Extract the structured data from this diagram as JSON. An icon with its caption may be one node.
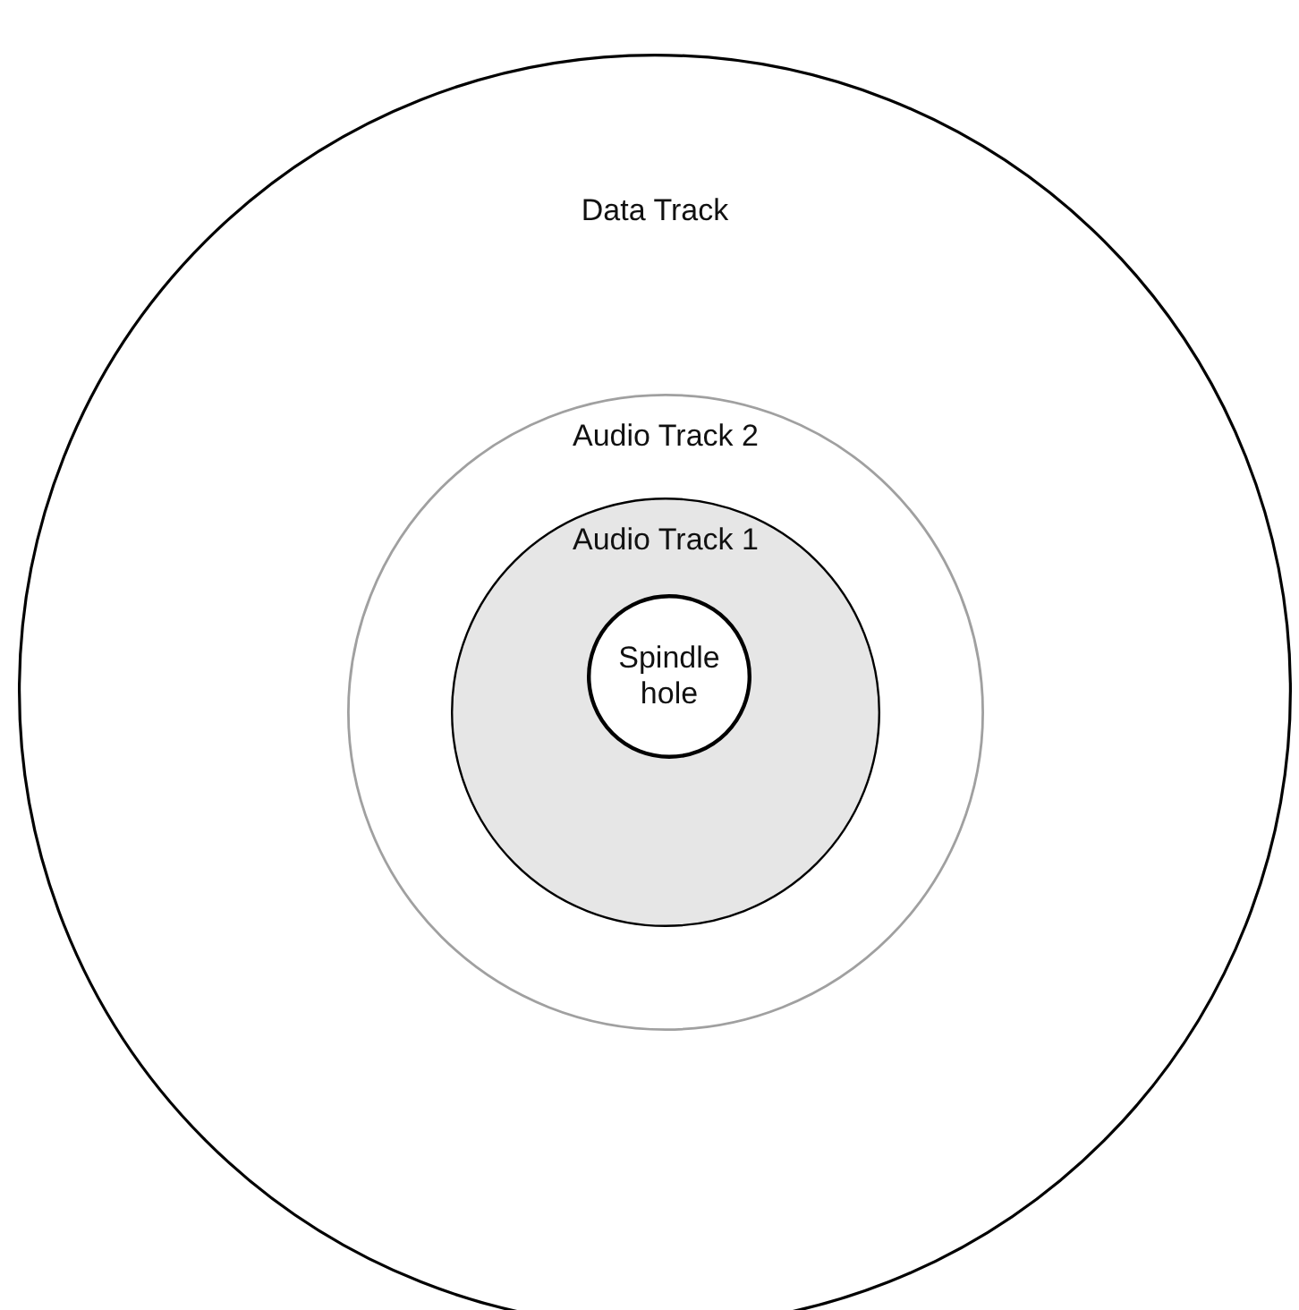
{
  "diagram": {
    "nodes": [
      {
        "text": [
          "Data Track"
        ]
      },
      {
        "text": [
          "Audio Track 2"
        ],
        "in": 0
      },
      {
        "text": [
          "Audio Track 1"
        ],
        "in": 1
      },
      {
        "text": [
          "Spindle hole"
        ],
        "in": 2
      }
    ]
  }
}
